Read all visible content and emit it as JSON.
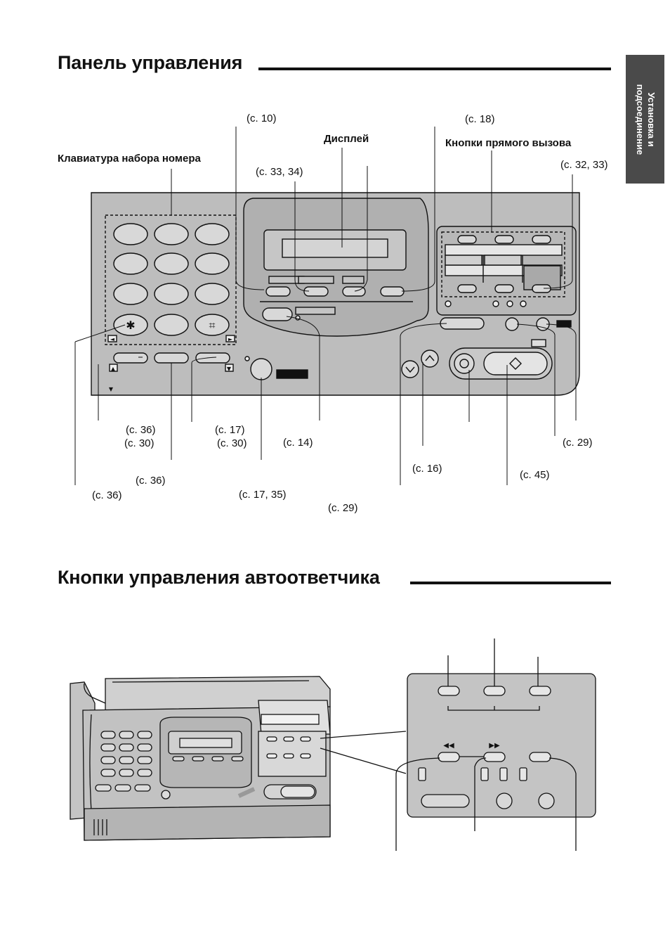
{
  "side_tab": {
    "line1": "Установка и",
    "line2": "подсоединение"
  },
  "section1": {
    "title": "Панель управления",
    "labels": {
      "keypad": "Клавиатура набора номера",
      "display": "Дисплей",
      "direct_call": "Кнопки прямого вызова",
      "p10": "(с. 10)",
      "p18": "(с. 18)",
      "p3334": "(с. 33, 34)",
      "p3233": "(с. 32, 33)",
      "p36a": "(с. 36)",
      "p30a": "(с. 30)",
      "p17": "(с. 17)",
      "p30b": "(с. 30)",
      "p14": "(с. 14)",
      "p36b": "(с. 36)",
      "p36c": "(с. 36)",
      "p1735": "(с. 17, 35)",
      "p29a": "(с. 29)",
      "p16": "(с. 16)",
      "p45": "(с. 45)",
      "p29b": "(с. 29)"
    },
    "keypad_glyphs": {
      "star": "✱",
      "hash": "⌗",
      "left_arrow": "◄",
      "right_arrow": "►",
      "up_arrow": "▲",
      "down_arrow": "▼"
    }
  },
  "section2": {
    "title": "Кнопки управления автоответчика",
    "glyphs": {
      "rewind": "◀◀",
      "forward": "▶▶"
    }
  },
  "colors": {
    "panel": "#bdbdbd",
    "panel_dark": "#a9a9a9",
    "ink": "#111111",
    "tab": "#4a4a4a"
  }
}
